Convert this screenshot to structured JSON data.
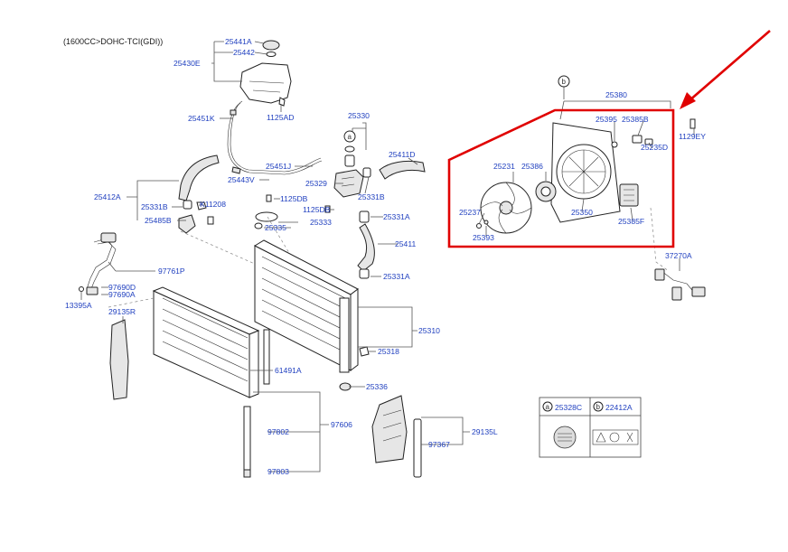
{
  "diagram": {
    "engine_note": "(1600CC>DOHC-TCI(GDI))",
    "accent_color": "#e00000",
    "label_color": "#1f3fbf",
    "callout_letters": [
      "a",
      "b"
    ],
    "labels": {
      "p25441A": "25441A",
      "p25442": "25442",
      "p25430E": "25430E",
      "p1125AD": "1125AD",
      "p25451K": "25451K",
      "p25330": "25330",
      "p25411D": "25411D",
      "p25451J": "25451J",
      "p25443V": "25443V",
      "p25329": "25329",
      "p25331B_top": "25331B",
      "p25412A": "25412A",
      "p1125DB_a": "1125DB",
      "p25331B_left": "25331B",
      "pK11208": "K11208",
      "p1125DB_b": "1125DB",
      "p25331A_top": "25331A",
      "p25485B": "25485B",
      "p25333": "25333",
      "p25335": "25335",
      "p25411": "25411",
      "p97761P": "97761P",
      "p25331A_bot": "25331A",
      "p97690D": "97690D",
      "p13395A": "13395A",
      "p97690A": "97690A",
      "p29135R": "29135R",
      "p25310": "25310",
      "p25318": "25318",
      "p61491A": "61491A",
      "p25336": "25336",
      "p97606": "97606",
      "p97802": "97802",
      "p29135L": "29135L",
      "p97367": "97367",
      "p97803": "97803",
      "p25380": "25380",
      "p25395": "25395",
      "p25385B": "25385B",
      "p1129EY": "1129EY",
      "p25235D": "25235D",
      "p25231": "25231",
      "p25386": "25386",
      "p25237": "25237",
      "p25350": "25350",
      "p25385F": "25385F",
      "p25393": "25393",
      "p37270A": "37270A",
      "p25328C": "25328C",
      "p22412A": "22412A"
    }
  }
}
